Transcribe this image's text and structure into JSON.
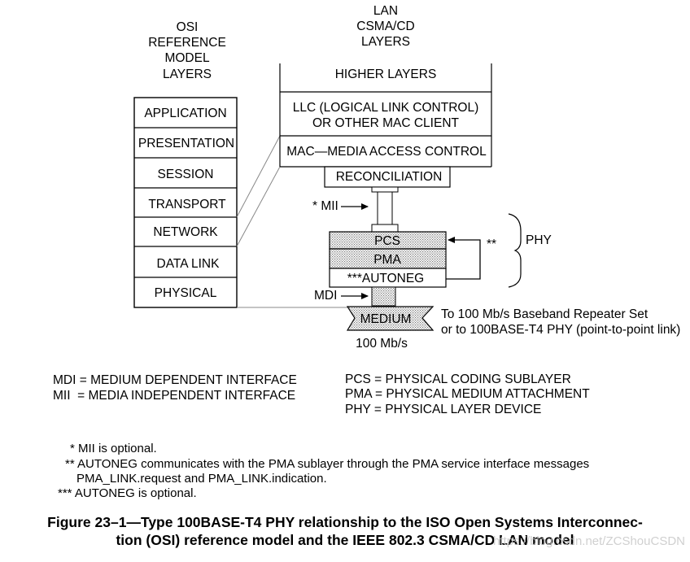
{
  "headers": {
    "osi": [
      "OSI",
      "REFERENCE",
      "MODEL",
      "LAYERS"
    ],
    "lan": [
      "LAN",
      "CSMA/CD",
      "LAYERS"
    ]
  },
  "osi_layers": [
    "APPLICATION",
    "PRESENTATION",
    "SESSION",
    "TRANSPORT",
    "NETWORK",
    "DATA LINK",
    "PHYSICAL"
  ],
  "lan_stack": {
    "higher_layers": "HIGHER LAYERS",
    "llc_line1": "LLC (LOGICAL LINK CONTROL)",
    "llc_line2": "OR OTHER MAC CLIENT",
    "mac": "MAC—MEDIA ACCESS CONTROL",
    "reconciliation": "RECONCILIATION"
  },
  "mii_label": "* MII",
  "phy_stack": {
    "pcs": "PCS",
    "pma": "PMA",
    "autoneg": "***AUTONEG",
    "loop_mark": "**",
    "phy_label": "PHY"
  },
  "mdi_label": "MDI",
  "medium": {
    "label": "MEDIUM",
    "rate": "100 Mb/s",
    "note_line1": "To 100 Mb/s Baseband Repeater Set",
    "note_line2": "or to 100BASE-T4 PHY (point-to-point link)"
  },
  "legend_left": [
    "MDI = MEDIUM DEPENDENT INTERFACE",
    "MII  = MEDIA INDEPENDENT INTERFACE"
  ],
  "legend_right": [
    "PCS = PHYSICAL CODING SUBLAYER",
    "PMA = PHYSICAL MEDIUM ATTACHMENT",
    "PHY = PHYSICAL LAYER DEVICE"
  ],
  "footnotes": {
    "note1": "* MII is optional.",
    "note2_line1": "** AUTONEG communicates with the PMA sublayer through the PMA service interface messages",
    "note2_line2": "PMA_LINK.request and PMA_LINK.indication.",
    "note3": "*** AUTONEG is optional."
  },
  "caption": {
    "line1": "Figure 23–1—Type 100BASE-T4 PHY relationship to the ISO Open Systems Interconnec-",
    "line2": "tion (OSI) reference model and the IEEE 802.3 CSMA/CD LAN model"
  },
  "watermark": "https://blog.csdn.net/ZCShouCSDN"
}
